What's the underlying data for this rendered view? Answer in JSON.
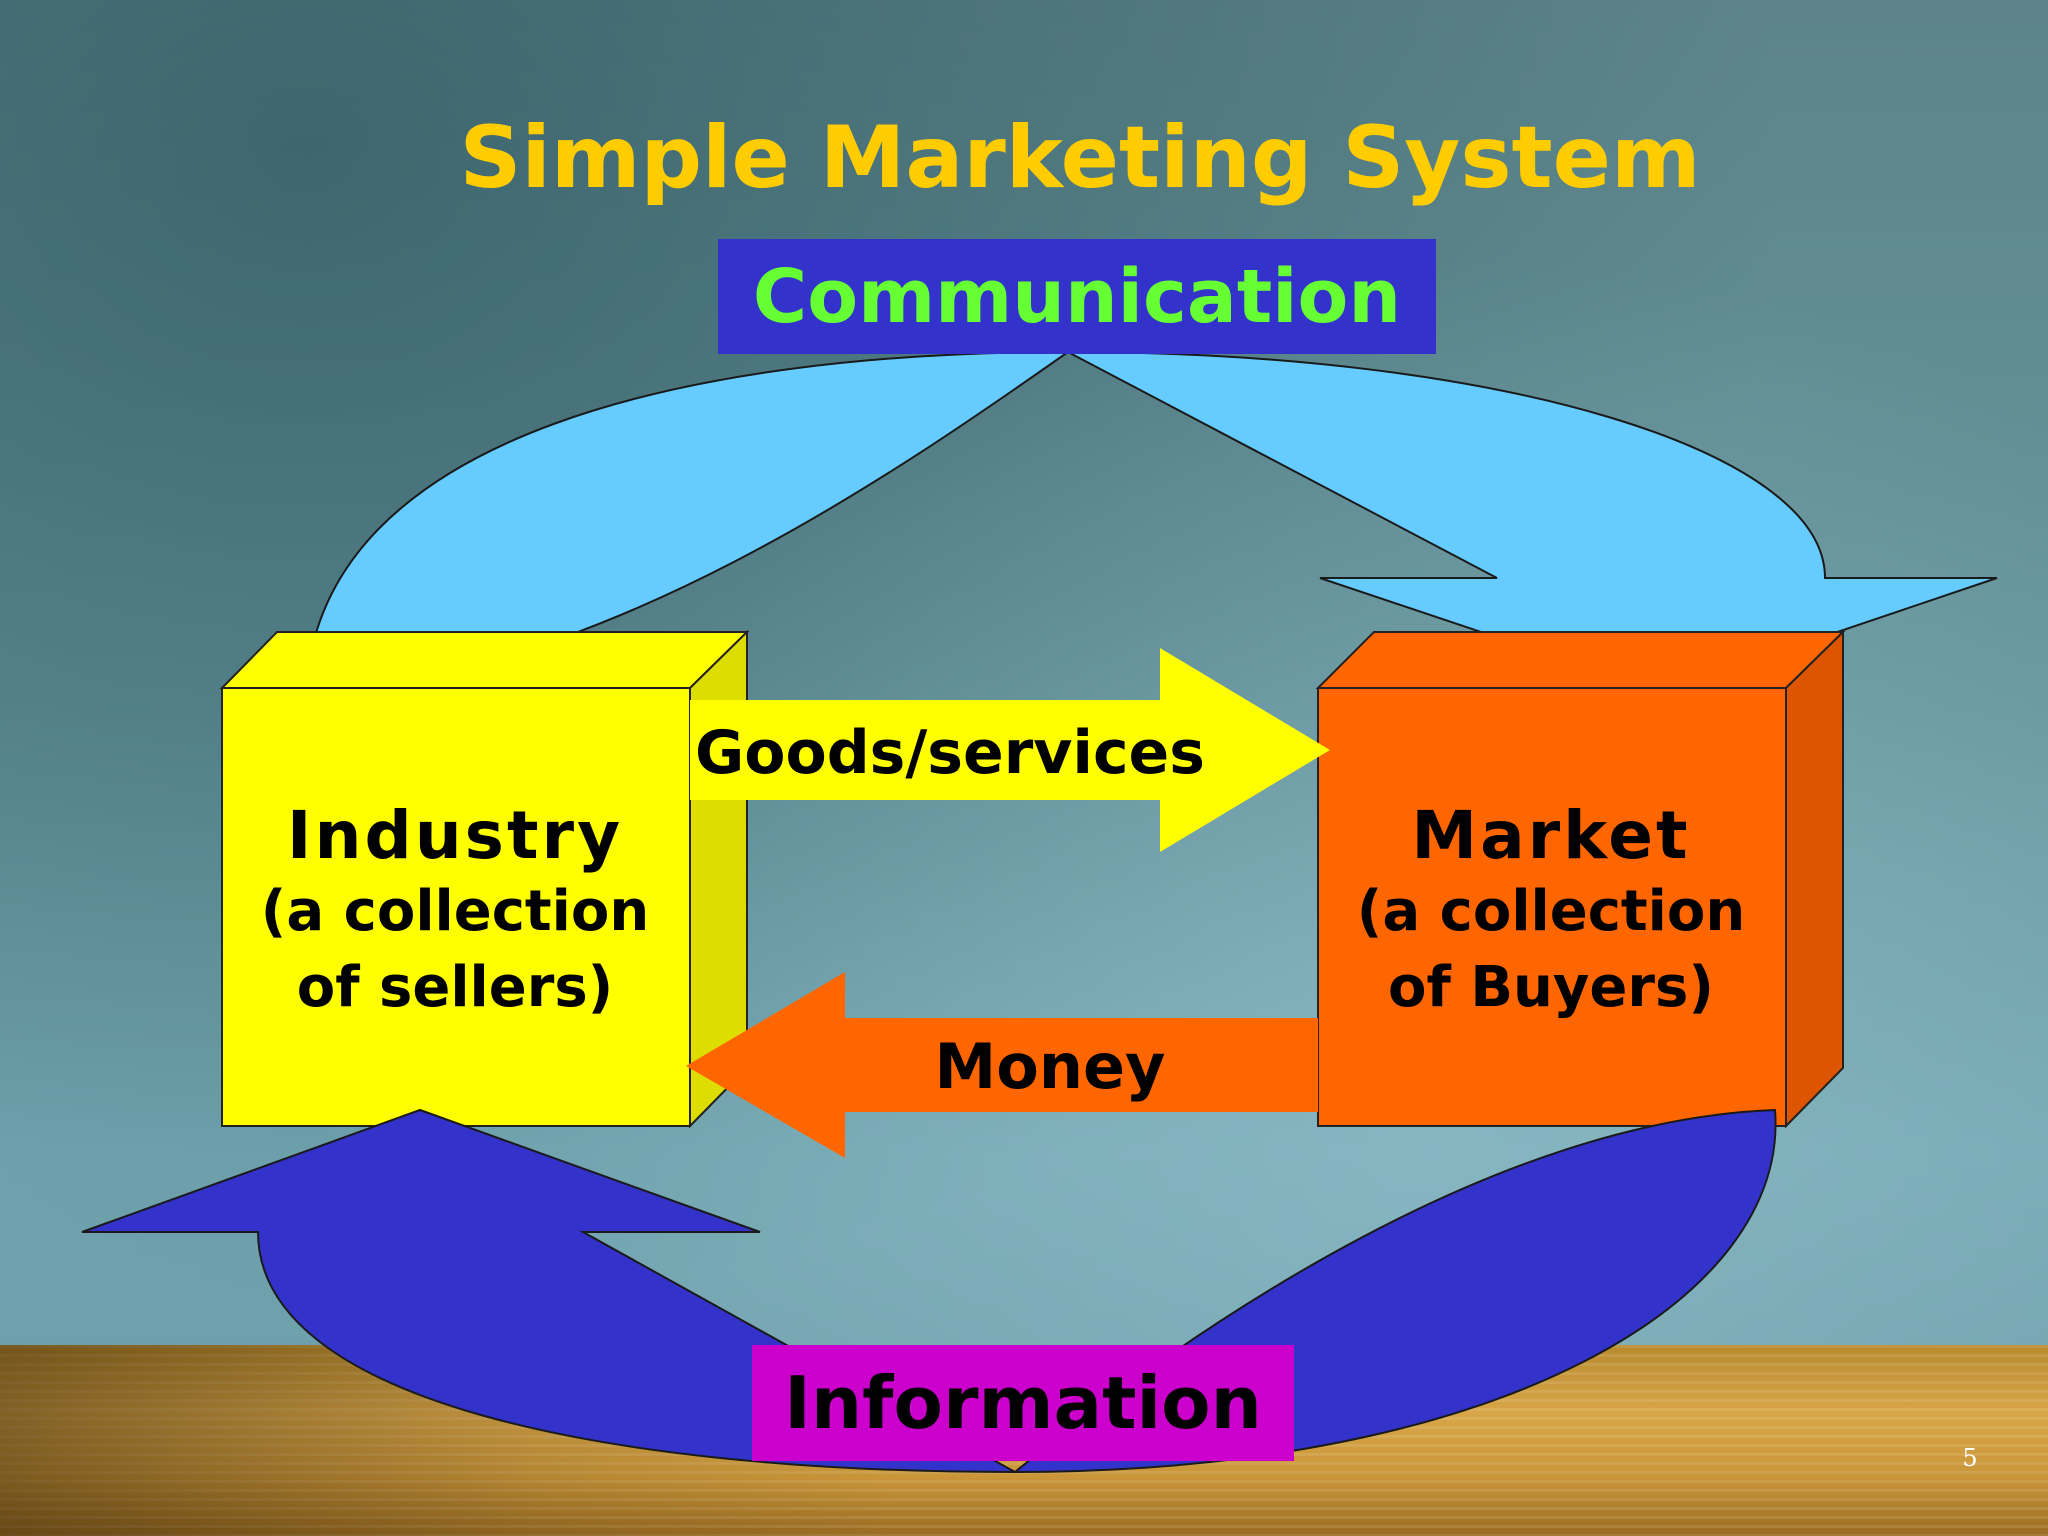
{
  "slide": {
    "title": "Simple Marketing System",
    "page_number": "5"
  },
  "diagram": {
    "top_label": "Communication",
    "bottom_label": "Information",
    "industry": {
      "title": "Industry",
      "line1": "(a collection",
      "line2": "of sellers)"
    },
    "market": {
      "title": "Market",
      "line1": "(a collection",
      "line2": "of Buyers)"
    },
    "goods_arrow_label": "Goods/services",
    "money_arrow_label": "Money"
  },
  "colors": {
    "title": "#ffcc00",
    "communication_box": "#3333cc",
    "communication_text": "#66ff33",
    "information_box": "#cc00cc",
    "industry_box": "#ffff00",
    "market_box": "#ff6600",
    "top_arrow": "#66ccff",
    "bottom_arrow": "#3333cc",
    "goods_arrow": "#ffff00",
    "money_arrow": "#ff6600"
  }
}
